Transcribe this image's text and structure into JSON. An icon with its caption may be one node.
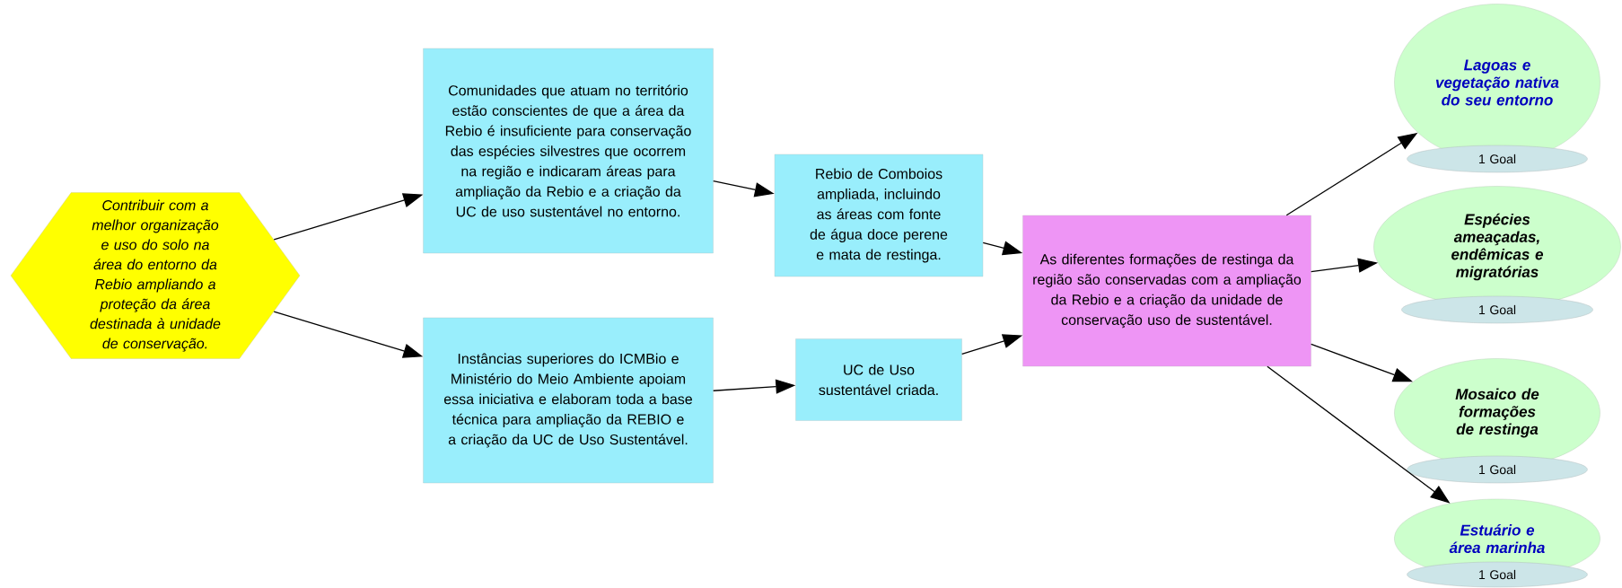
{
  "diagram": {
    "nodes": [
      {
        "text": [
          "Contribuir com a melhor organização e uso do solo na área do entorno da Rebio ampliando a proteção da área destinada à unidade de conservação."
        ]
      },
      {
        "text": [
          "Comunidades que atuam no território estão conscientes de que a área da Rebio é insuficiente para conservação das espécies silvestres que ocorrem na região e indicaram áreas para ampliação da Rebio e a criação da UC de uso sustentável no entorno."
        ]
      },
      {
        "text": [
          "Instâncias superiores do ICMBio e Ministério do Meio Ambiente apoiam essa iniciativa e elaboram toda a base técnica para ampliação da REBIO e a criação da UC de Uso Sustentável."
        ]
      },
      {
        "text": [
          "Rebio de Comboios ampliada, incluindo as áreas com fonte de água doce perene e mata de restinga."
        ]
      },
      {
        "text": [
          "UC de Uso sustentável criada."
        ]
      },
      {
        "text": [
          "As diferentes formações de restinga da região são conservadas com a ampliação da Rebio e a criação da unidade de conservação uso de sustentável."
        ]
      },
      {
        "text": [
          "Lagoas e vegetação nativa do seu entorno"
        ]
      },
      {
        "text": [
          "1 Goal"
        ]
      },
      {
        "text": [
          "Espécies ameaçadas, endêmicas e migratórias"
        ]
      },
      {
        "text": [
          "1 Goal"
        ]
      },
      {
        "text": [
          "Mosaico de formações de restinga"
        ]
      },
      {
        "text": [
          "1 Goal"
        ]
      },
      {
        "text": [
          "Estuário e área marinha"
        ]
      },
      {
        "text": [
          "1 Goal"
        ]
      }
    ],
    "edges": [
      {
        "from": 0,
        "to": 1,
        "arrow": "to"
      },
      {
        "from": 0,
        "to": 2,
        "arrow": "to"
      },
      {
        "from": 1,
        "to": 3,
        "arrow": "to"
      },
      {
        "from": 2,
        "to": 4,
        "arrow": "to"
      },
      {
        "from": 3,
        "to": 5,
        "arrow": "to"
      },
      {
        "from": 4,
        "to": 5,
        "arrow": "to"
      },
      {
        "from": 5,
        "to": 6,
        "arrow": "to"
      },
      {
        "from": 5,
        "to": 8,
        "arrow": "to"
      },
      {
        "from": 5,
        "to": 10,
        "arrow": "to"
      },
      {
        "from": 5,
        "to": 12,
        "arrow": "to"
      }
    ]
  }
}
